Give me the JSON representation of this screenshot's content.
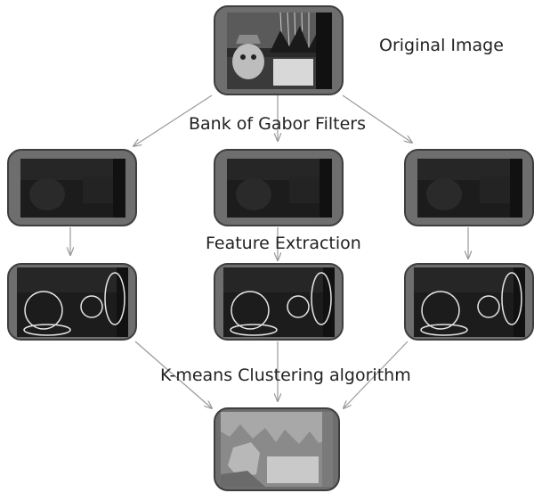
{
  "labels": {
    "original": "Original Image",
    "gabor": "Bank of Gabor Filters",
    "feature": "Feature Extraction",
    "kmeans": "K-means Clustering algorithm"
  }
}
